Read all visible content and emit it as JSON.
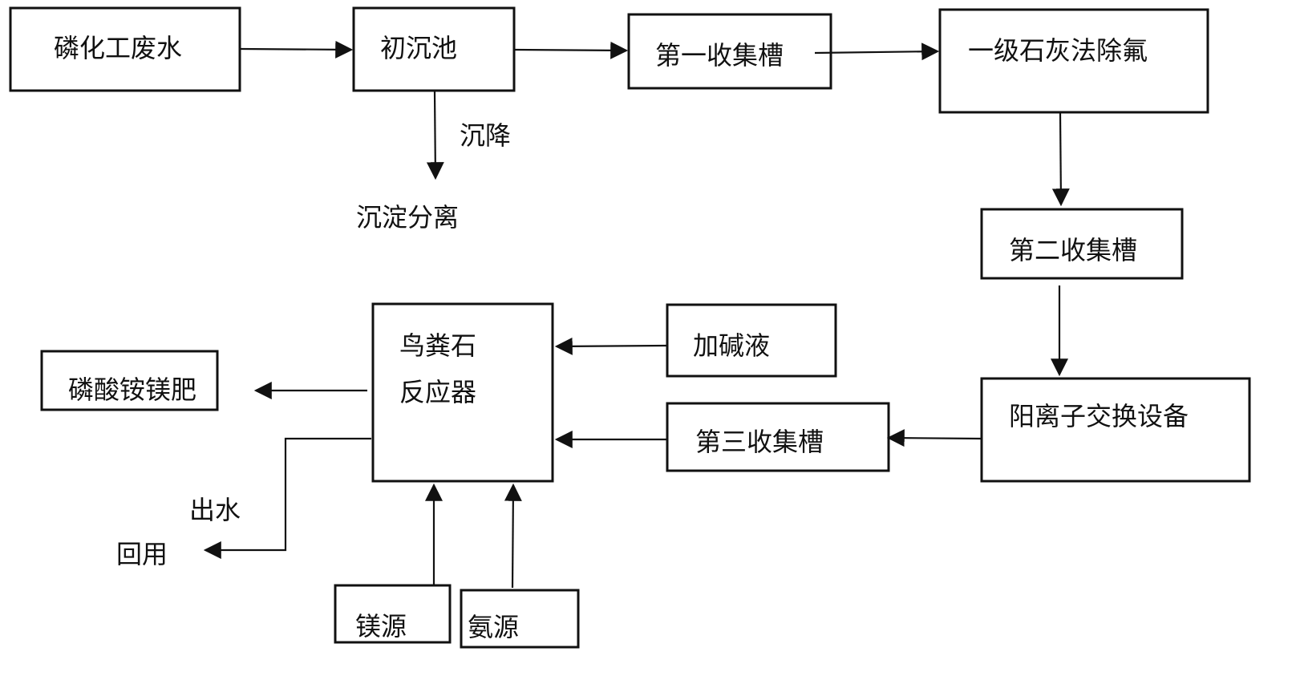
{
  "nodes": {
    "wastewater": "磷化工废水",
    "primary_tank": "初沉池",
    "collect_1": "第一收集槽",
    "lime_defluor": "一级石灰法除氟",
    "collect_2": "第二收集槽",
    "cation_exchange": "阳离子交换设备",
    "collect_3": "第三收集槽",
    "alkali": "加碱液",
    "struvite_line1": "鸟粪石",
    "struvite_line2": "反应器",
    "fertilizer": "磷酸铵镁肥",
    "magnesium": "镁源",
    "ammonia": "氨源"
  },
  "labels": {
    "settle": "沉降",
    "separation": "沉淀分离",
    "outflow": "出水",
    "reuse": "回用"
  }
}
